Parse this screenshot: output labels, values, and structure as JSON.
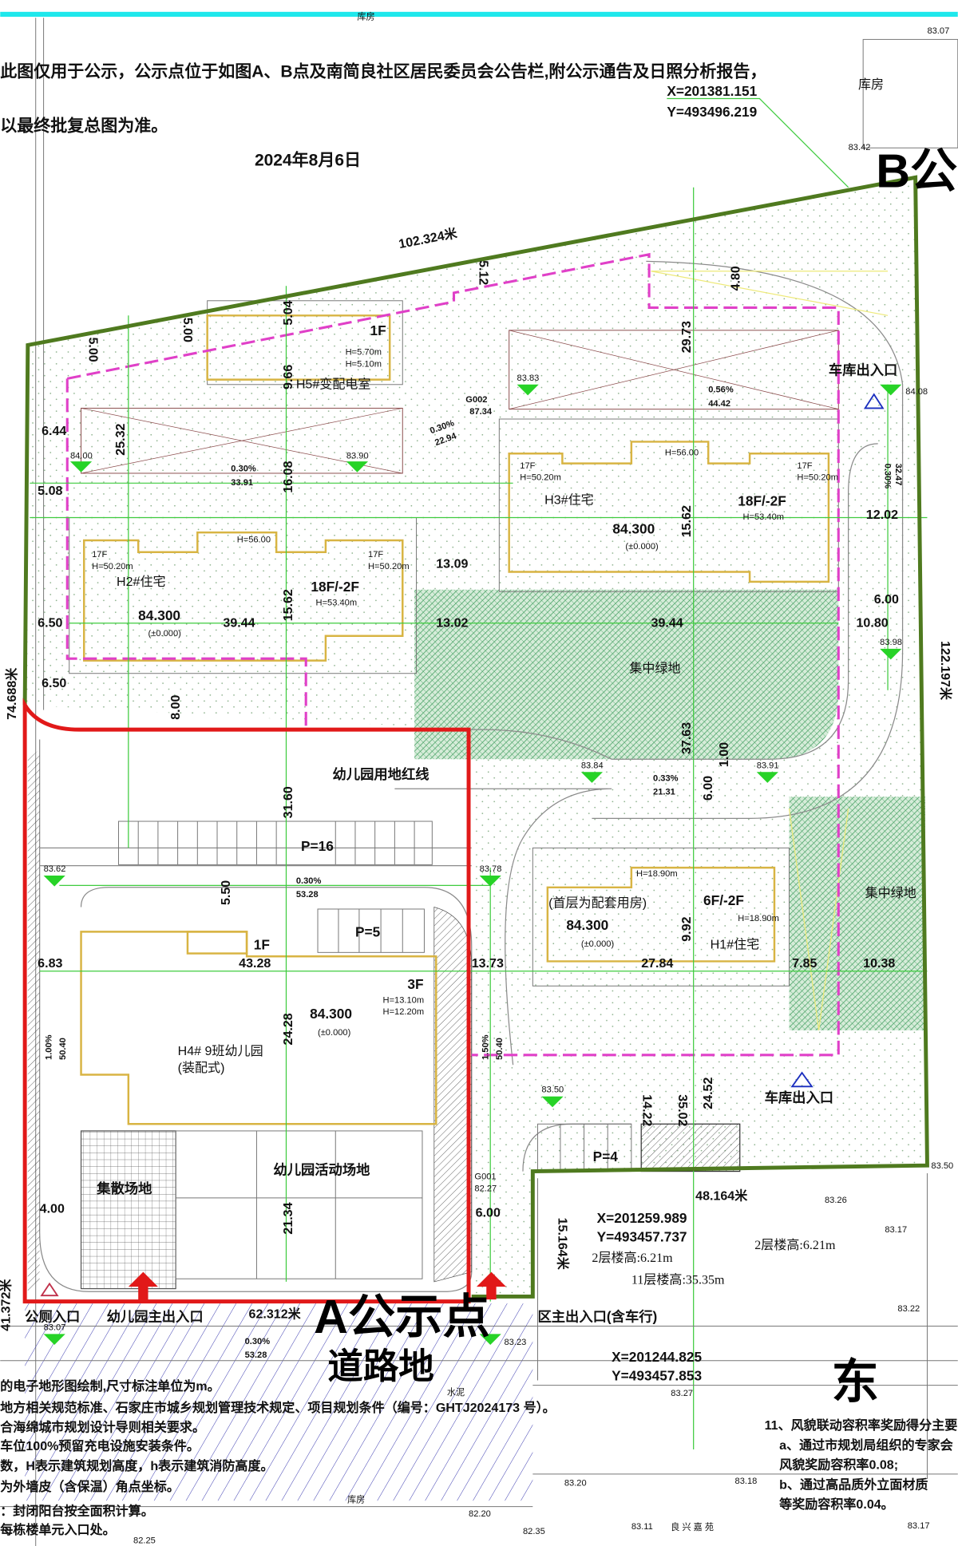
{
  "header": {
    "notice_line1": "此图仅用于公示，公示点位于如图A、B点及南简良社区居民委员会公告栏,附公示通告及日照分析报告，",
    "notice_line2": "以最终批复总图为准。",
    "date": "2024年8月6日",
    "top_storage": "库房",
    "right_storage": "库房",
    "coord_b_x": "X=201381.151",
    "coord_b_y": "Y=493496.219"
  },
  "markers": {
    "point_a": "A公示点",
    "point_b": "B公示点",
    "road_land": "道路地",
    "east": "东"
  },
  "dimensions": {
    "north_edge": "102.324米",
    "d512": "5.12",
    "d504": "5.04",
    "d500a": "5.00",
    "d500b": "5.00",
    "d480": "4.80",
    "d2973": "29.73",
    "d966": "9.66",
    "d2532": "25.32",
    "d1608": "16.08",
    "d644": "6.44",
    "d508": "5.08",
    "slope1": "0.30%",
    "len1": "33.91",
    "slope2": "0.30%",
    "len2": "22.94",
    "g002": "G002",
    "g002_el": "87.34",
    "slope3": "0.56%",
    "len3": "44.42",
    "slope4": "0.30%",
    "len4": "32.47",
    "d1202": "12.02",
    "d1562a": "15.62",
    "d1562b": "15.62",
    "d3944a": "39.44",
    "d3944b": "39.44",
    "d1309": "13.09",
    "d1302": "13.02",
    "d650a": "6.50",
    "d650b": "6.50",
    "west_edge": "74.688米",
    "d600a": "6.00",
    "d1080": "10.80",
    "east_edge": "122.197米",
    "d800": "8.00",
    "d3763": "37.63",
    "d600b": "6.00",
    "d100": "1.00",
    "slope5": "0.33%",
    "len5": "21.31",
    "d3160": "31.60",
    "d550": "5.50",
    "slope6": "0.30%",
    "len6": "53.28",
    "d683": "6.83",
    "d4328": "43.28",
    "d1373": "13.73",
    "d2428": "24.28",
    "slope7": "1.00%",
    "len7": "50.40",
    "slope8": "1.50%",
    "len8": "50.40",
    "d2784": "27.84",
    "d992": "9.92",
    "d785": "7.85",
    "d1038": "10.38",
    "d2452": "24.52",
    "d1422": "14.22",
    "d3502": "35.02",
    "d2134": "21.34",
    "d400": "4.00",
    "d600c": "6.00",
    "d15164": "15.164米",
    "d48164": "48.164米",
    "d41372": "41.372米",
    "south_edge": "62.312米",
    "slope9": "0.30%",
    "len9": "53.28"
  },
  "buildings": {
    "h5": {
      "floors": "1F",
      "h1": "H=5.70m",
      "h2": "H=5.10m",
      "name": "H5#变配电室"
    },
    "h2": {
      "left_floors": "17F",
      "left_h": "H=50.20m",
      "top_h": "H=56.00",
      "right_floors": "17F",
      "right_h": "H=50.20m",
      "name": "H2#住宅",
      "elev": "84.300",
      "rel": "(±0.000)",
      "floors": "18F/-2F",
      "h": "H=53.40m"
    },
    "h3": {
      "left_floors": "17F",
      "left_h": "H=50.20m",
      "top_h": "H=56.00",
      "right_floors": "17F",
      "right_h": "H=50.20m",
      "name": "H3#住宅",
      "elev": "84.300",
      "rel": "(±0.000)",
      "floors": "18F/-2F",
      "h": "H=53.40m"
    },
    "h1": {
      "top_h": "H=18.90m",
      "note": "(首层为配套用房)",
      "floors": "6F/-2F",
      "h": "H=18.90m",
      "elev": "84.300",
      "rel": "(±0.000)",
      "name": "H1#住宅"
    },
    "h4": {
      "wing_floors": "1F",
      "floors": "3F",
      "h1": "H=13.10m",
      "h2": "H=12.20m",
      "elev": "84.300",
      "rel": "(±0.000)",
      "name": "H4# 9班幼儿园",
      "sub": "(装配式)"
    }
  },
  "areas": {
    "green1": "集中绿地",
    "green2": "集中绿地",
    "kg_redline": "幼儿园用地红线",
    "parking16": "P=16",
    "parking5": "P=5",
    "parking4": "P=4",
    "kg_play": "幼儿园活动场地",
    "gather": "集散场地",
    "garage_top": "车库出入口",
    "garage_bottom": "车库出入口",
    "g001": "G001",
    "g001_el": "82.27"
  },
  "entrances": {
    "toilet": "公厕入口",
    "kg_main": "幼儿园主出入口",
    "main": "区主出入口(含车行)"
  },
  "neighbors": {
    "cx1": "X=201259.989",
    "cy1": "Y=493457.737",
    "h2a": "2层楼高:6.21m",
    "h2b": "2层楼高:6.21m",
    "h11": "11层楼高:35.35m",
    "cx2": "X=201244.825",
    "cy2": "Y=493457.853",
    "cement": "水泥",
    "storage_bottom": "库房",
    "community": "良 兴 嘉 苑"
  },
  "elevations": {
    "e1": "83.83",
    "e2": "84.00",
    "e3": "83.90",
    "e4": "83.84",
    "e5": "83.91",
    "e6": "83.62",
    "e7": "83.78",
    "e8": "83.50",
    "e9": "83.98",
    "e10": "84.08",
    "e11": "83.07",
    "e12": "83.23"
  },
  "spot_levels": [
    "83.07",
    "83.42",
    "83.26",
    "83.17",
    "83.50",
    "83.22",
    "83.27",
    "83.20",
    "82.20",
    "82.35",
    "83.11",
    "82.25",
    "83.18",
    "83.17"
  ],
  "notes_left": [
    "的电子地形图绘制,尺寸标注单位为m。",
    "地方相关规范标准、石家庄市城乡规划管理技术规定、项目规划条件（编号：GHTJ2024173 号）。",
    "合海绵城市规划设计导则相关要求。",
    "车位100%预留充电设施安装条件。",
    "数，H表示建筑规划高度，h表示建筑消防高度。",
    "为外墙皮（含保温）角点坐标。",
    "：封闭阳台按全面积计算。",
    "每栋楼单元入口处。"
  ],
  "notes_right": [
    "11、风貌联动容积率奖励得分主要",
    "a、通过市规划局组织的专家会",
    "风貌奖励容积率0.08;",
    "b、通过高品质外立面材质",
    "等奖励容积率0.04。"
  ],
  "colors": {
    "site_boundary": "#4f7a1f",
    "kindergarten_redline": "#e11919",
    "building_line": "#d8b443",
    "setback_line": "#e040c8",
    "marker": "#27d327",
    "top_road": "#1ee8ec"
  }
}
